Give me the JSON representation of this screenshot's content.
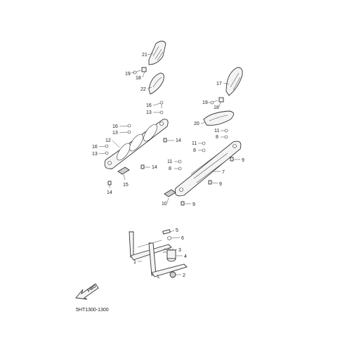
{
  "diagram_code": "5HT1300-1300",
  "fwd_label": "FWD",
  "left_marker": "L",
  "callouts": [
    "21",
    "19",
    "18",
    "22",
    "16",
    "13",
    "16",
    "13",
    "12",
    "14",
    "16",
    "13",
    "14",
    "14",
    "15",
    "17",
    "19",
    "18",
    "20",
    "11",
    "8",
    "11",
    "8",
    "7",
    "9",
    "11",
    "8",
    "9",
    "10",
    "9",
    "5",
    "6",
    "3",
    "4",
    "1",
    "2"
  ],
  "colors": {
    "line": "#333333",
    "fill": "#f4f4f4"
  }
}
